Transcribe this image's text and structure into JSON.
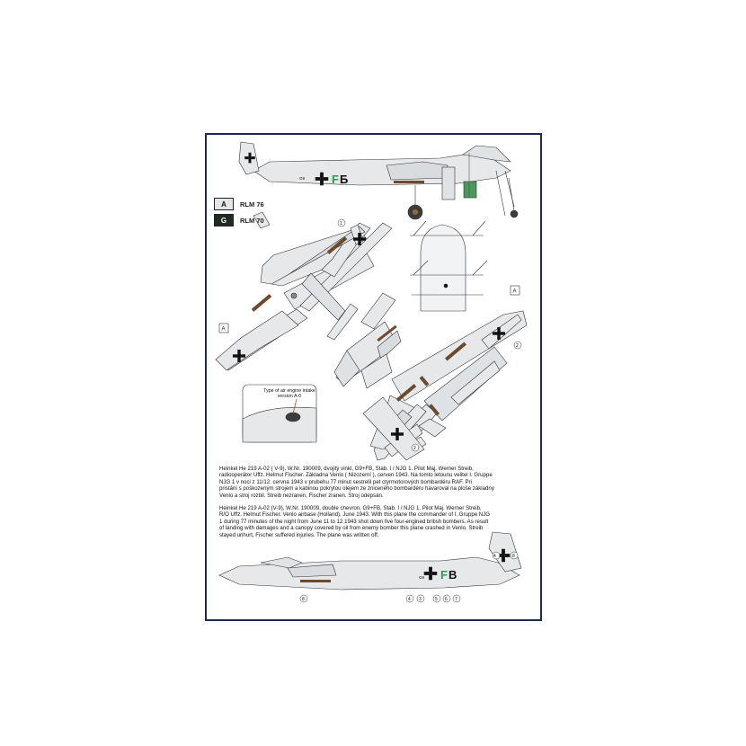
{
  "legend": [
    {
      "code": "A",
      "name": "RLM 76",
      "color": "#e3e6e8"
    },
    {
      "code": "G",
      "name": "RLM 70",
      "color": "#1f2b24"
    }
  ],
  "view_tags": {
    "left_wing": "A",
    "right_wing": "A"
  },
  "markings": {
    "side_code_top": "FБ",
    "side_code_top_small": "G9",
    "side_code_bottom": "FB",
    "side_code_bottom_small": "G9",
    "accent_color": "#2f9a4a"
  },
  "stencils": {
    "s1": "1",
    "s2": "2",
    "s3": "2",
    "s4": "4",
    "s5": "3",
    "s6": "5",
    "s7": "6",
    "s8": "7",
    "s9": "8",
    "s10": "4",
    "s11": "8"
  },
  "inset_callout": "Type of air engine intake version A-0",
  "caption_czech": [
    "Heinkel He 219 A-02 ( V-9), W.Nr. 190009, dvojitý vinkl, G9+FB, Stab. I / NJG 1. Pilot Maj. Werner Streib,",
    "radiooperátor Uffz. Helmut Fischer. Základna Venlo ( Nizozemí ), cerven 1943. Na tomto letounu velitel I. Gruppe",
    "NJG 1 v noci z 11/12. cervna 1943 v prubehu 77 minut sestrelil pet ctyrmotorových bombardéru RAF.  Pri",
    "pristání s poškozeným strojem a kabinou pokrytou olejem ze zniceného bombardéru havaroval na ploše základny",
    "Venlo a stroj rozbil. Streib nezranen, Fischer zranen. Stroj odepsán."
  ],
  "caption_english": [
    "Heinkel He 219 A-02 (V-9), W.Nr. 190009, double chevron, G9+FB, Stab. I / NJG 1. Pilot Maj. Werner Streib,",
    "R/O Uffz. Helmut Fischer. Venlo airbase (Holland), June 1943. With this plane the commander of I. Gruppe NJG",
    "1 during 77 minutes of the night from June 11 to 12 1943 shot down five four-engined british bombers.  As result",
    "of landing with damages and a  canopy covered by oil from enemy bomber this plane crashed in Venlo. Streib",
    "stayed unhurt, Fischer suffered injuries. The plane was written off."
  ]
}
